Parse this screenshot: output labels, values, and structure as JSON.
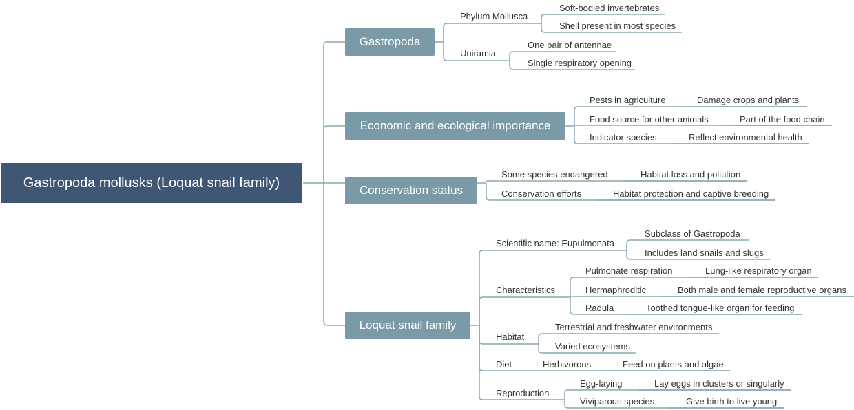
{
  "colors": {
    "root_bg": "#3f5675",
    "branch_bg": "#7a9aa8",
    "line": "#8aa8b4",
    "text": "#333333"
  },
  "root": {
    "label": "Gastropoda mollusks (Loquat snail family)"
  },
  "branches": [
    {
      "label": "Gastropoda",
      "children": [
        {
          "label": "Phylum Mollusca",
          "children": [
            {
              "label": "Soft-bodied invertebrates"
            },
            {
              "label": "Shell present in most species"
            }
          ]
        },
        {
          "label": "Uniramia",
          "children": [
            {
              "label": "One pair of antennae"
            },
            {
              "label": "Single respiratory opening"
            }
          ]
        }
      ]
    },
    {
      "label": "Economic and ecological importance",
      "children": [
        {
          "label": "Pests in agriculture",
          "children": [
            {
              "label": "Damage crops and plants"
            }
          ]
        },
        {
          "label": "Food source for other animals",
          "children": [
            {
              "label": "Part of the food chain"
            }
          ]
        },
        {
          "label": "Indicator species",
          "children": [
            {
              "label": "Reflect environmental health"
            }
          ]
        }
      ]
    },
    {
      "label": "Conservation status",
      "children": [
        {
          "label": "Some species endangered",
          "children": [
            {
              "label": "Habitat loss and pollution"
            }
          ]
        },
        {
          "label": "Conservation efforts",
          "children": [
            {
              "label": "Habitat protection and captive breeding"
            }
          ]
        }
      ]
    },
    {
      "label": "Loquat snail family",
      "children": [
        {
          "label": "Scientific name: Eupulmonata",
          "children": [
            {
              "label": "Subclass of Gastropoda"
            },
            {
              "label": "Includes land snails and slugs"
            }
          ]
        },
        {
          "label": "Characteristics",
          "children": [
            {
              "label": "Pulmonate respiration",
              "children": [
                {
                  "label": "Lung-like respiratory organ"
                }
              ]
            },
            {
              "label": "Hermaphroditic",
              "children": [
                {
                  "label": "Both male and female reproductive organs"
                }
              ]
            },
            {
              "label": "Radula",
              "children": [
                {
                  "label": "Toothed tongue-like organ for feeding"
                }
              ]
            }
          ]
        },
        {
          "label": "Habitat",
          "children": [
            {
              "label": "Terrestrial and freshwater environments"
            },
            {
              "label": "Varied ecosystems"
            }
          ]
        },
        {
          "label": "Diet",
          "children": [
            {
              "label": "Herbivorous",
              "children": [
                {
                  "label": "Feed on plants and algae"
                }
              ]
            }
          ]
        },
        {
          "label": "Reproduction",
          "children": [
            {
              "label": "Egg-laying",
              "children": [
                {
                  "label": "Lay eggs in clusters or singularly"
                }
              ]
            },
            {
              "label": "Viviparous species",
              "children": [
                {
                  "label": "Give birth to live young"
                }
              ]
            }
          ]
        }
      ]
    }
  ]
}
